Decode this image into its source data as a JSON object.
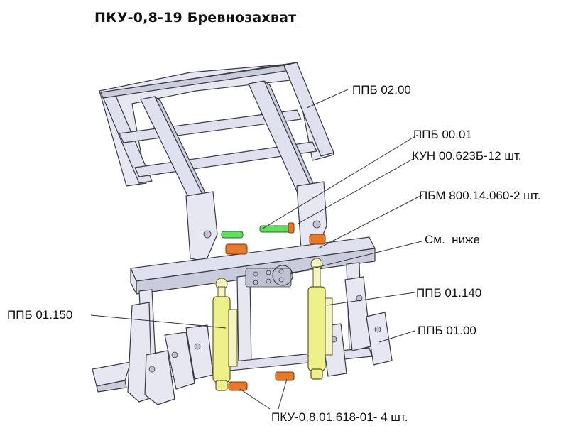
{
  "title": "ПКУ-0,8-19 Бревнозахват",
  "labels": {
    "ppb_02_00": "ППБ 02.00",
    "ppb_00_01": "ППБ 00.01",
    "kun": "КУН 00.623Б-12 шт.",
    "pbm": "ПБМ 800.14.060-2 шт.",
    "sm_nizhe": "См.  ниже",
    "ppb_01_140": "ППБ 01.140",
    "ppb_01_150": "ППБ 01.150",
    "ppb_01_00": "ППБ 01.00",
    "pku_618": "ПКУ-0,8.01.618-01- 4 шт."
  },
  "colors": {
    "frame": "#dfe1ef",
    "outline": "#3b3b45",
    "cylinder": "#eef08a",
    "pin_green": "#5fe05f",
    "pin_orange": "#e8782a"
  }
}
